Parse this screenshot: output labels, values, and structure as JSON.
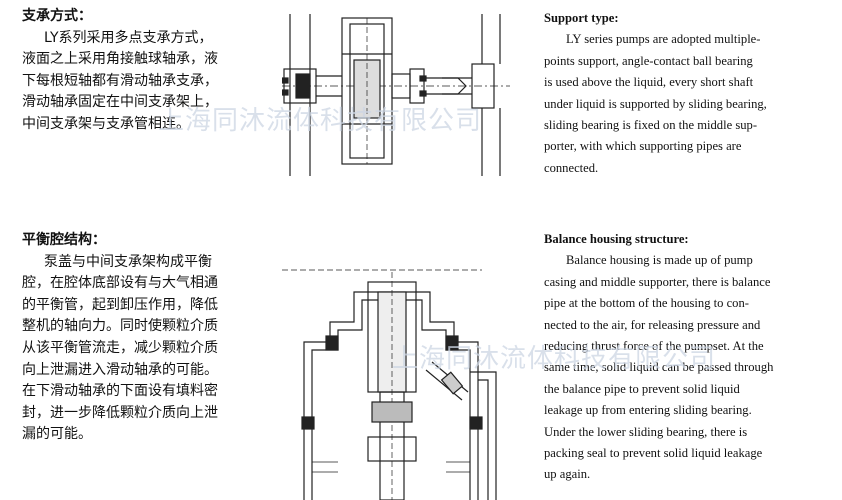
{
  "section1": {
    "zh_title": "支承方式：",
    "zh_lines": [
      "LY系列采用多点支承方式，",
      "液面之上采用角接触球轴承，液",
      "下每根短轴都有滑动轴承支承，",
      "滑动轴承固定在中间支承架上，",
      "中间支承架与支承管相连。"
    ],
    "en_title": "Support type:",
    "en_lines": [
      "LY series pumps are adopted multiple-",
      "points support, angle-contact ball bearing",
      "is used above the liquid, every short shaft",
      "under liquid is supported by sliding bearing,",
      "sliding bearing is fixed on the middle sup-",
      "porter, with which supporting pipes are",
      "connected."
    ]
  },
  "section2": {
    "zh_title": "平衡腔结构：",
    "zh_lines": [
      "泵盖与中间支承架构成平衡",
      "腔，在腔体底部设有与大气相通",
      "的平衡管，起到卸压作用，降低",
      "整机的轴向力。同时使颗粒介质",
      "从该平衡管流走，减少颗粒介质",
      "向上泄漏进入滑动轴承的可能。",
      "在下滑动轴承的下面设有填料密",
      "封，进一步降低颗粒介质向上泄",
      "漏的可能。"
    ],
    "en_title": "Balance housing structure:",
    "en_lines": [
      "Balance housing is made up of pump",
      "casing and middle supporter, there is balance",
      "pipe at the bottom of the housing to con-",
      "nected to the air, for releasing pressure and",
      "reducing thrust force of the pumpset. At the",
      "same time, solid liquid can be passed through",
      "the balance pipe to prevent solid liquid",
      "leakage up from entering sliding bearing.",
      "Under the lower sliding bearing, there is",
      "packing seal to prevent solid liquid leakage",
      "up again."
    ]
  },
  "watermarks": [
    "上海同沐流体科技有限公司",
    "上海同沐流体科技有限公司"
  ]
}
